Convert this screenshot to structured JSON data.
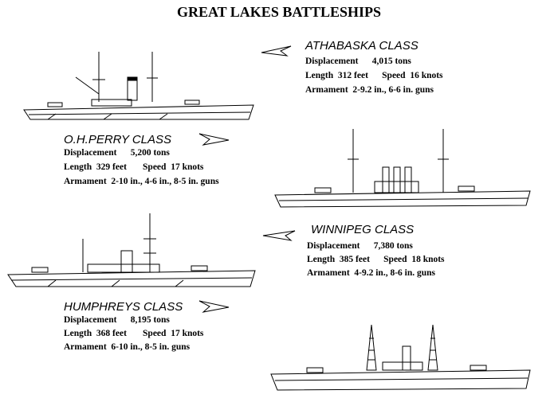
{
  "title": "GREAT LAKES BATTLESHIPS",
  "ships": [
    {
      "name": "ATHABASKA CLASS",
      "displacement_label": "Displacement",
      "displacement": "4,015 tons",
      "length_label": "Length",
      "length": "312 feet",
      "speed_label": "Speed",
      "speed": "16 knots",
      "armament_label": "Armament",
      "armament": "2-9.2 in., 6-6 in. guns"
    },
    {
      "name": "O.H.PERRY CLASS",
      "displacement_label": "Displacement",
      "displacement": "5,200 tons",
      "length_label": "Length",
      "length": "329 feet",
      "speed_label": "Speed",
      "speed": "17 knots",
      "armament_label": "Armament",
      "armament": "2-10 in., 4-6 in., 8-5 in. guns"
    },
    {
      "name": "WINNIPEG CLASS",
      "displacement_label": "Displacement",
      "displacement": "7,380 tons",
      "length_label": "Length",
      "length": "385 feet",
      "speed_label": "Speed",
      "speed": "18 knots",
      "armament_label": "Armament",
      "armament": "4-9.2 in., 8-6 in. guns"
    },
    {
      "name": "HUMPHREYS CLASS",
      "displacement_label": "Displacement",
      "displacement": "8,195 tons",
      "length_label": "Length",
      "length": "368 feet",
      "speed_label": "Speed",
      "speed": "17 knots",
      "armament_label": "Armament",
      "armament": "6-10 in., 8-5 in. guns"
    }
  ]
}
